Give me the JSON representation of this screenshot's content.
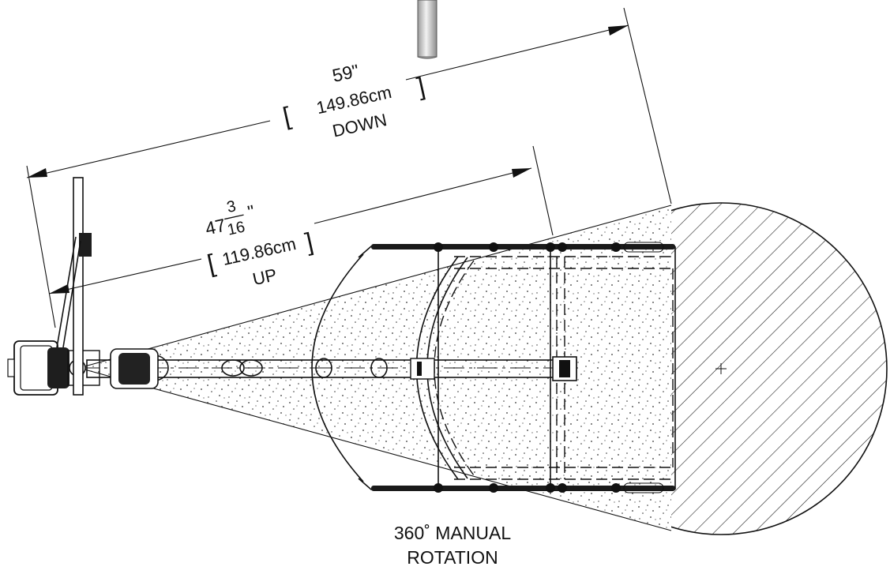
{
  "dimensions": {
    "down": {
      "value": "59\"",
      "metric_open": "[",
      "metric_value": "149.86cm",
      "metric_close": "]",
      "note": "DOWN"
    },
    "up": {
      "whole": "47",
      "frac_num": "3",
      "frac_den": "16",
      "inch": "\"",
      "metric_open": "[",
      "metric_value": "119.86cm",
      "metric_close": "]",
      "note": "UP"
    }
  },
  "rotation": {
    "line1": "360˚ MANUAL",
    "line2": "ROTATION"
  }
}
